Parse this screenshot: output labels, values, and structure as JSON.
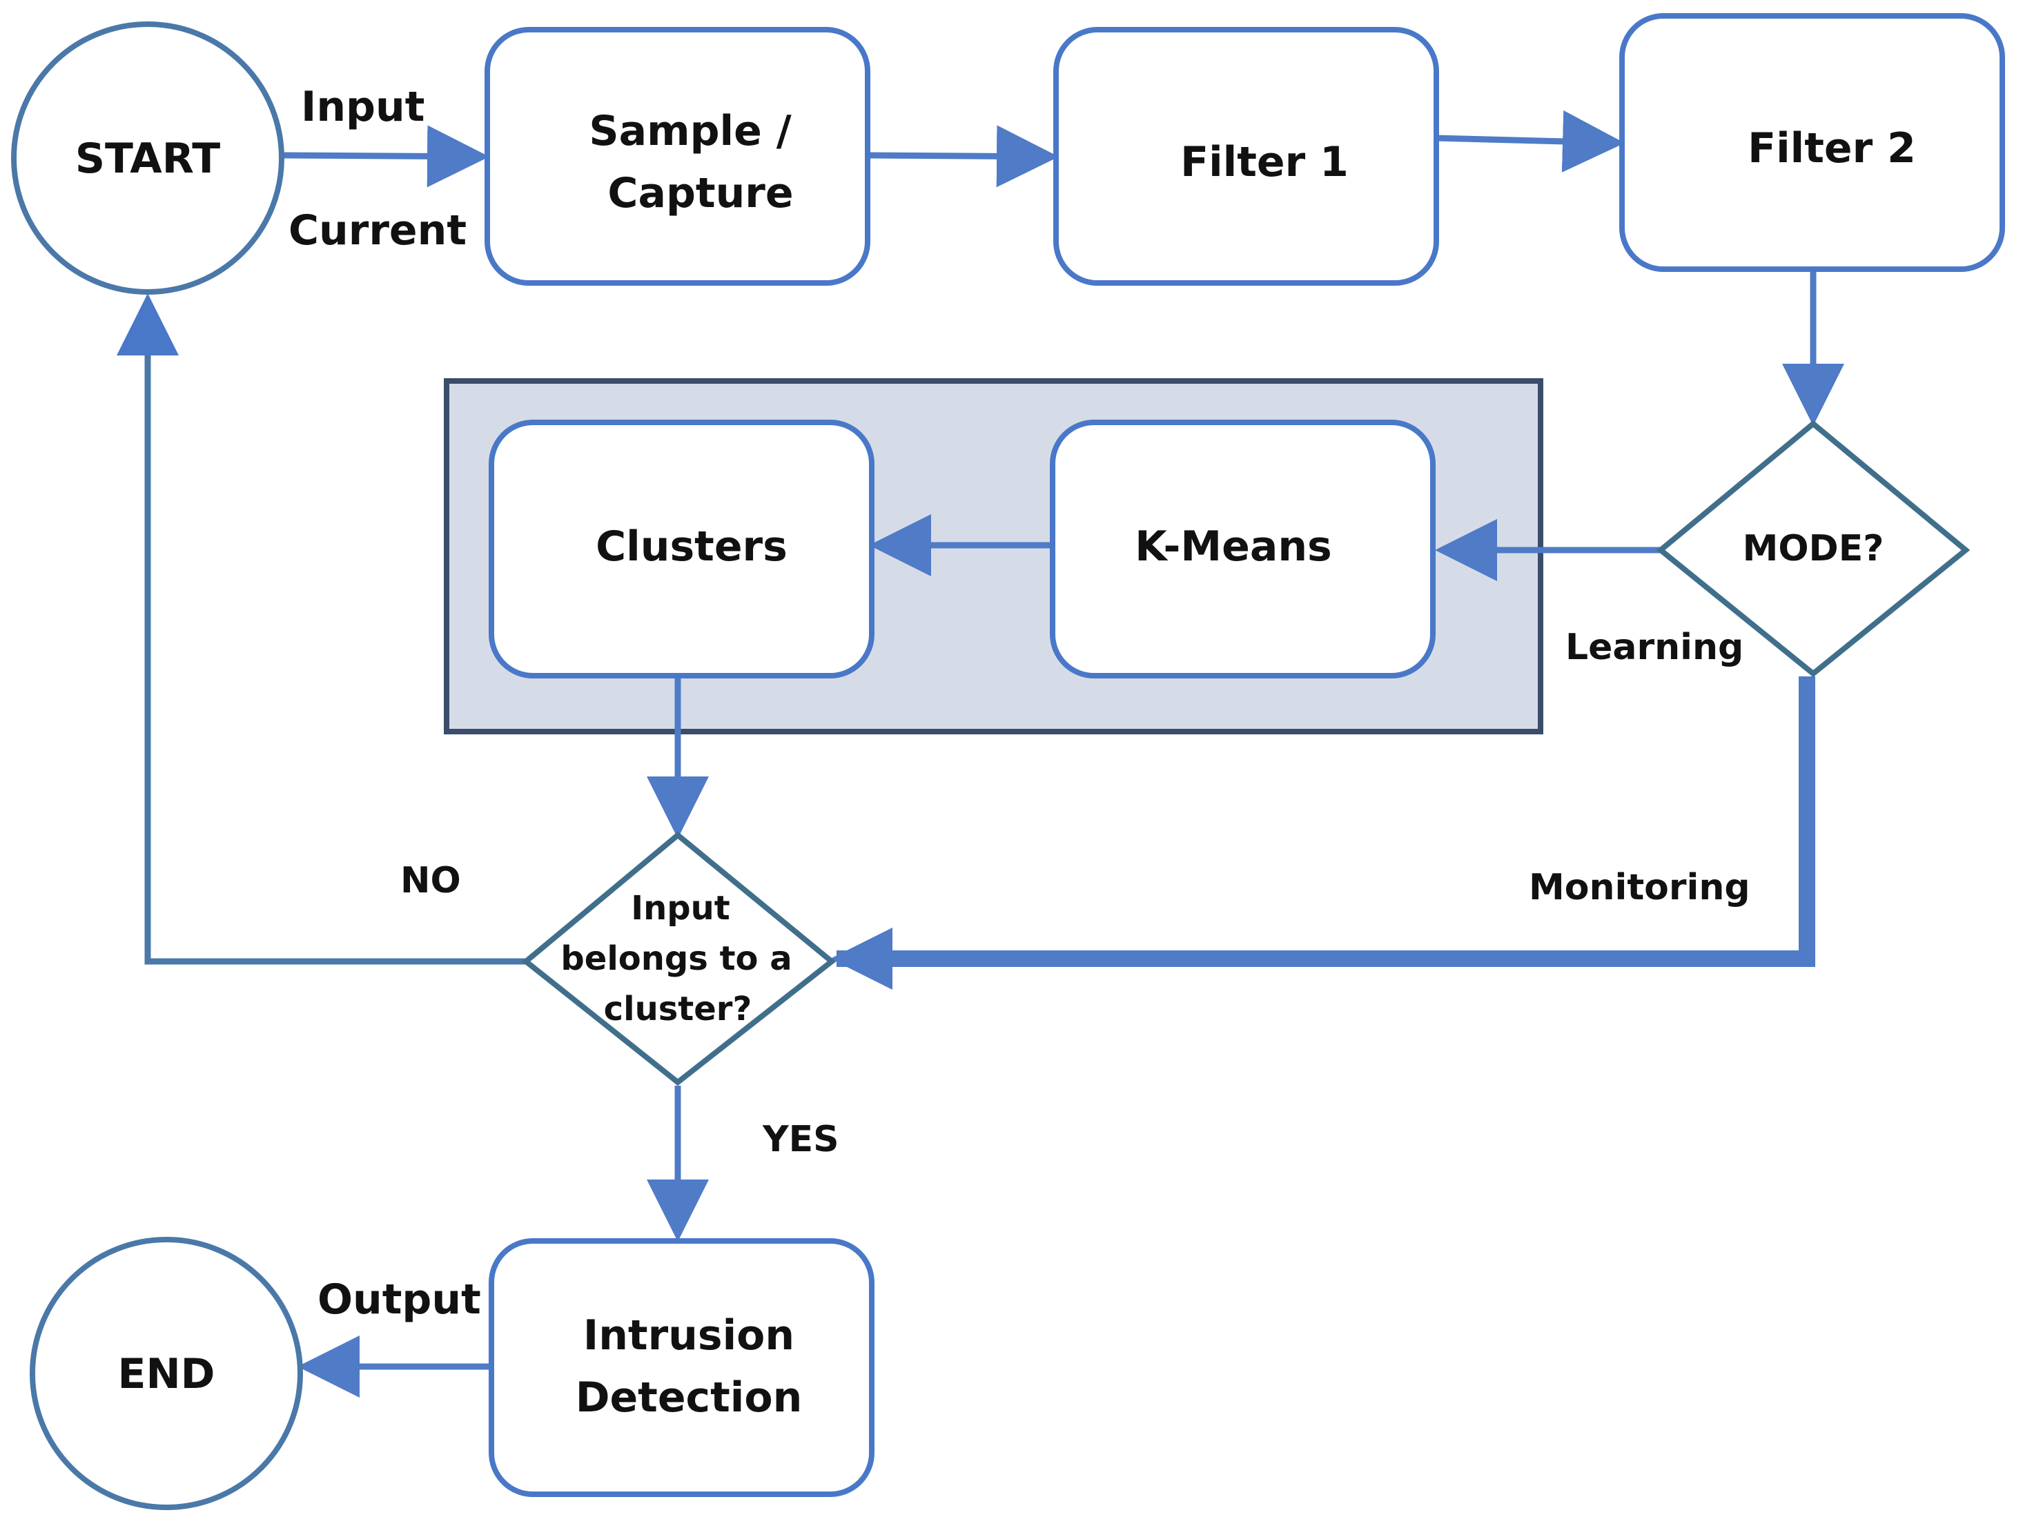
{
  "colors": {
    "box_stroke": "#4a78c8",
    "diamond_stroke": "#406f8c",
    "connector": "#4f7bc7",
    "panel_fill": "#d6dce7",
    "panel_stroke": "#3a4d6b",
    "text": "#111111"
  },
  "nodes": {
    "start": "START",
    "end": "END",
    "sample_line1": "Sample /",
    "sample_line2": "Capture",
    "filter1": "Filter 1",
    "filter2": "Filter 2",
    "kmeans": "K-Means",
    "clusters": "Clusters",
    "mode": "MODE?",
    "belongs_line1": "Input",
    "belongs_line2": "belongs to a",
    "belongs_line3": "cluster?",
    "intrusion_line1": "Intrusion",
    "intrusion_line2": "Detection"
  },
  "labels": {
    "input": "Input",
    "current": "Current",
    "learning": "Learning",
    "monitoring": "Monitoring",
    "no": "NO",
    "yes": "YES",
    "output": "Output"
  }
}
